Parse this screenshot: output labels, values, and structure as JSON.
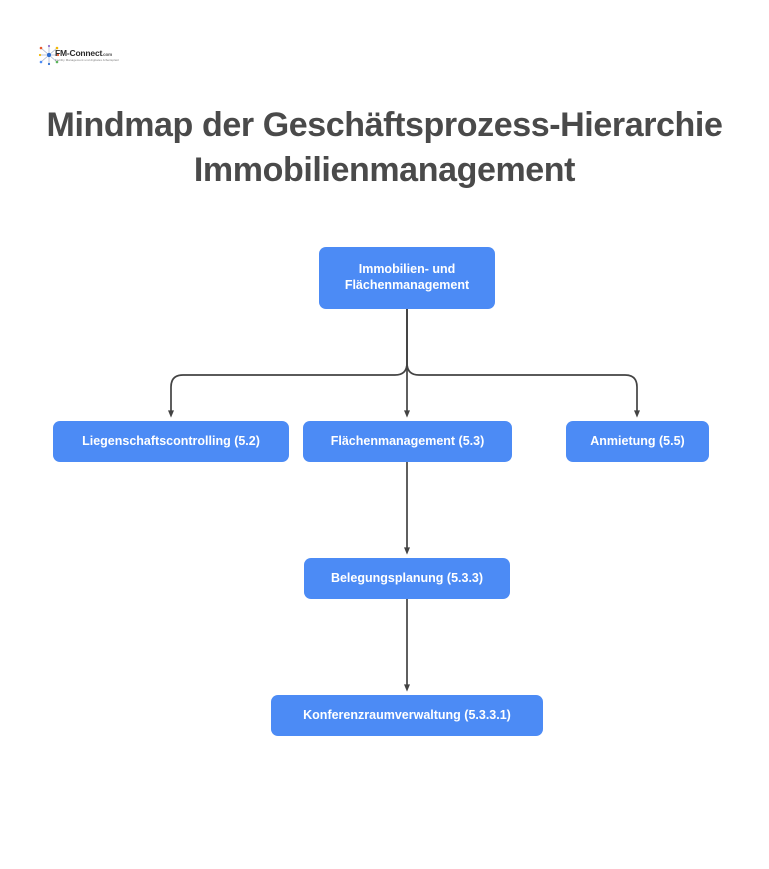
{
  "brand": {
    "name": "FM-Connect",
    "tld": ".com",
    "tagline": "Facility Management und digitales Arbeitsplatz",
    "logo_icon": "network-nodes-icon"
  },
  "header": {
    "title": "Mindmap der Geschäftsprozess-Hierarchie Immobilienmanagement"
  },
  "colors": {
    "node_fill": "#4c8bf5",
    "node_text": "#ffffff",
    "title_text": "#4a4a4a",
    "edge_stroke": "#434343",
    "background": "#ffffff"
  },
  "chart_data": {
    "type": "diagram",
    "subtype": "hierarchy-mindmap",
    "title": "Mindmap der Geschäftsprozess-Hierarchie Immobilienmanagement",
    "orientation": "top-down",
    "nodes": [
      {
        "id": "root",
        "label": "Immobilien- und Flächenmanagement",
        "level": 0,
        "code": ""
      },
      {
        "id": "n52",
        "label": "Liegenschaftscontrolling (5.2)",
        "level": 1,
        "code": "5.2"
      },
      {
        "id": "n53",
        "label": "Flächenmanagement (5.3)",
        "level": 1,
        "code": "5.3"
      },
      {
        "id": "n55",
        "label": "Anmietung (5.5)",
        "level": 1,
        "code": "5.5"
      },
      {
        "id": "n533",
        "label": "Belegungsplanung (5.3.3)",
        "level": 2,
        "code": "5.3.3"
      },
      {
        "id": "n5331",
        "label": "Konferenzraumverwaltung (5.3.3.1)",
        "level": 3,
        "code": "5.3.3.1"
      }
    ],
    "edges": [
      {
        "from": "root",
        "to": "n52"
      },
      {
        "from": "root",
        "to": "n53"
      },
      {
        "from": "root",
        "to": "n55"
      },
      {
        "from": "n53",
        "to": "n533"
      },
      {
        "from": "n533",
        "to": "n5331"
      }
    ]
  },
  "nodes": {
    "root": {
      "line1": "Immobilien- und",
      "line2": "Flächenmanagement"
    },
    "n52": {
      "label": "Liegenschaftscontrolling (5.2)"
    },
    "n53": {
      "label": "Flächenmanagement (5.3)"
    },
    "n55": {
      "label": "Anmietung (5.5)"
    },
    "n533": {
      "label": "Belegungsplanung (5.3.3)"
    },
    "n5331": {
      "label": "Konferenzraumverwaltung (5.3.3.1)"
    }
  }
}
